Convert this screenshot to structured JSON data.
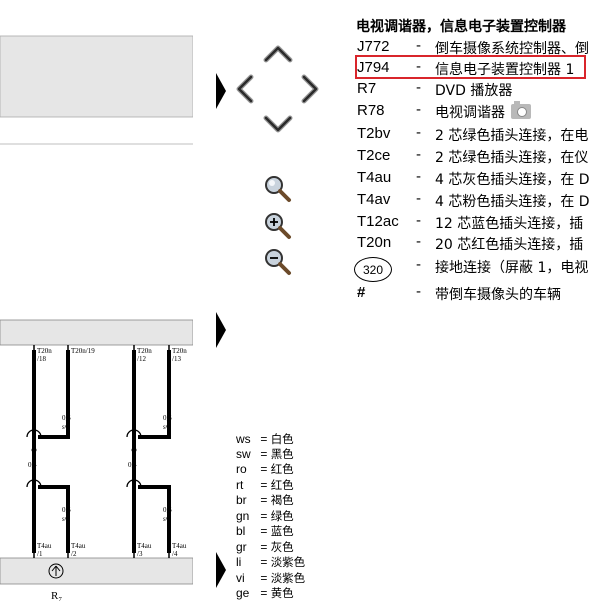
{
  "diagram": {
    "top_labels": [
      "T20n\n/18",
      "T20n/19",
      "T20n\n/12",
      "T20n\n/13"
    ],
    "wire_labels": [
      "0,5\nsw",
      "0,5\nsw",
      "0,4",
      "0,4",
      "0,5\nsw",
      "0,5\nsw"
    ],
    "bottom_labels": [
      "T4au\n/1",
      "T4au\n/2",
      "T4au\n/3",
      "T4au\n/4"
    ],
    "component_label": "R₇"
  },
  "legend": {
    "title": "电视调谐器，信息电子装置控制器",
    "rows": [
      {
        "code": "J772",
        "dash": "-",
        "desc": "倒车摄像系统控制器、倒"
      },
      {
        "code": "J794",
        "dash": "-",
        "desc": "信息电子装置控制器 1"
      },
      {
        "code": "R7",
        "dash": "-",
        "desc": "DVD 播放器"
      },
      {
        "code": "R78",
        "dash": "-",
        "desc": "电视调谐器"
      },
      {
        "code": "T2bv",
        "dash": "-",
        "desc": "2 芯绿色插头连接，在电"
      },
      {
        "code": "T2ce",
        "dash": "-",
        "desc": "2 芯绿色插头连接，在仪"
      },
      {
        "code": "T4au",
        "dash": "-",
        "desc": "4 芯灰色插头连接，在 D"
      },
      {
        "code": "T4av",
        "dash": "-",
        "desc": "4 芯粉色插头连接，在 D"
      },
      {
        "code": "T12ac",
        "dash": "-",
        "desc": "12 芯蓝色插头连接，插"
      },
      {
        "code": "T20n",
        "dash": "-",
        "desc": "20 芯红色插头连接，插"
      },
      {
        "code": "320",
        "dash": "-",
        "desc": "接地连接（屏蔽 1，电视"
      },
      {
        "code": "#",
        "dash": "-",
        "desc": "带倒车摄像头的车辆"
      }
    ],
    "highlight_color": "#d9252b"
  },
  "color_codes": [
    {
      "abbr": "ws",
      "name": "白色"
    },
    {
      "abbr": "sw",
      "name": "黑色"
    },
    {
      "abbr": "ro",
      "name": "红色"
    },
    {
      "abbr": "rt",
      "name": "红色"
    },
    {
      "abbr": "br",
      "name": "褐色"
    },
    {
      "abbr": "gn",
      "name": "绿色"
    },
    {
      "abbr": "bl",
      "name": "蓝色"
    },
    {
      "abbr": "gr",
      "name": "灰色"
    },
    {
      "abbr": "li",
      "name": "淡紫色"
    },
    {
      "abbr": "vi",
      "name": "淡紫色"
    },
    {
      "abbr": "ge",
      "name": "黄色"
    }
  ],
  "icons": {
    "nav": [
      "pan-up-icon",
      "pan-left-icon",
      "pan-right-icon",
      "pan-down-icon"
    ],
    "zoom": [
      "zoom-icon",
      "zoom-in-icon",
      "zoom-out-icon"
    ],
    "camera": "camera-icon"
  }
}
